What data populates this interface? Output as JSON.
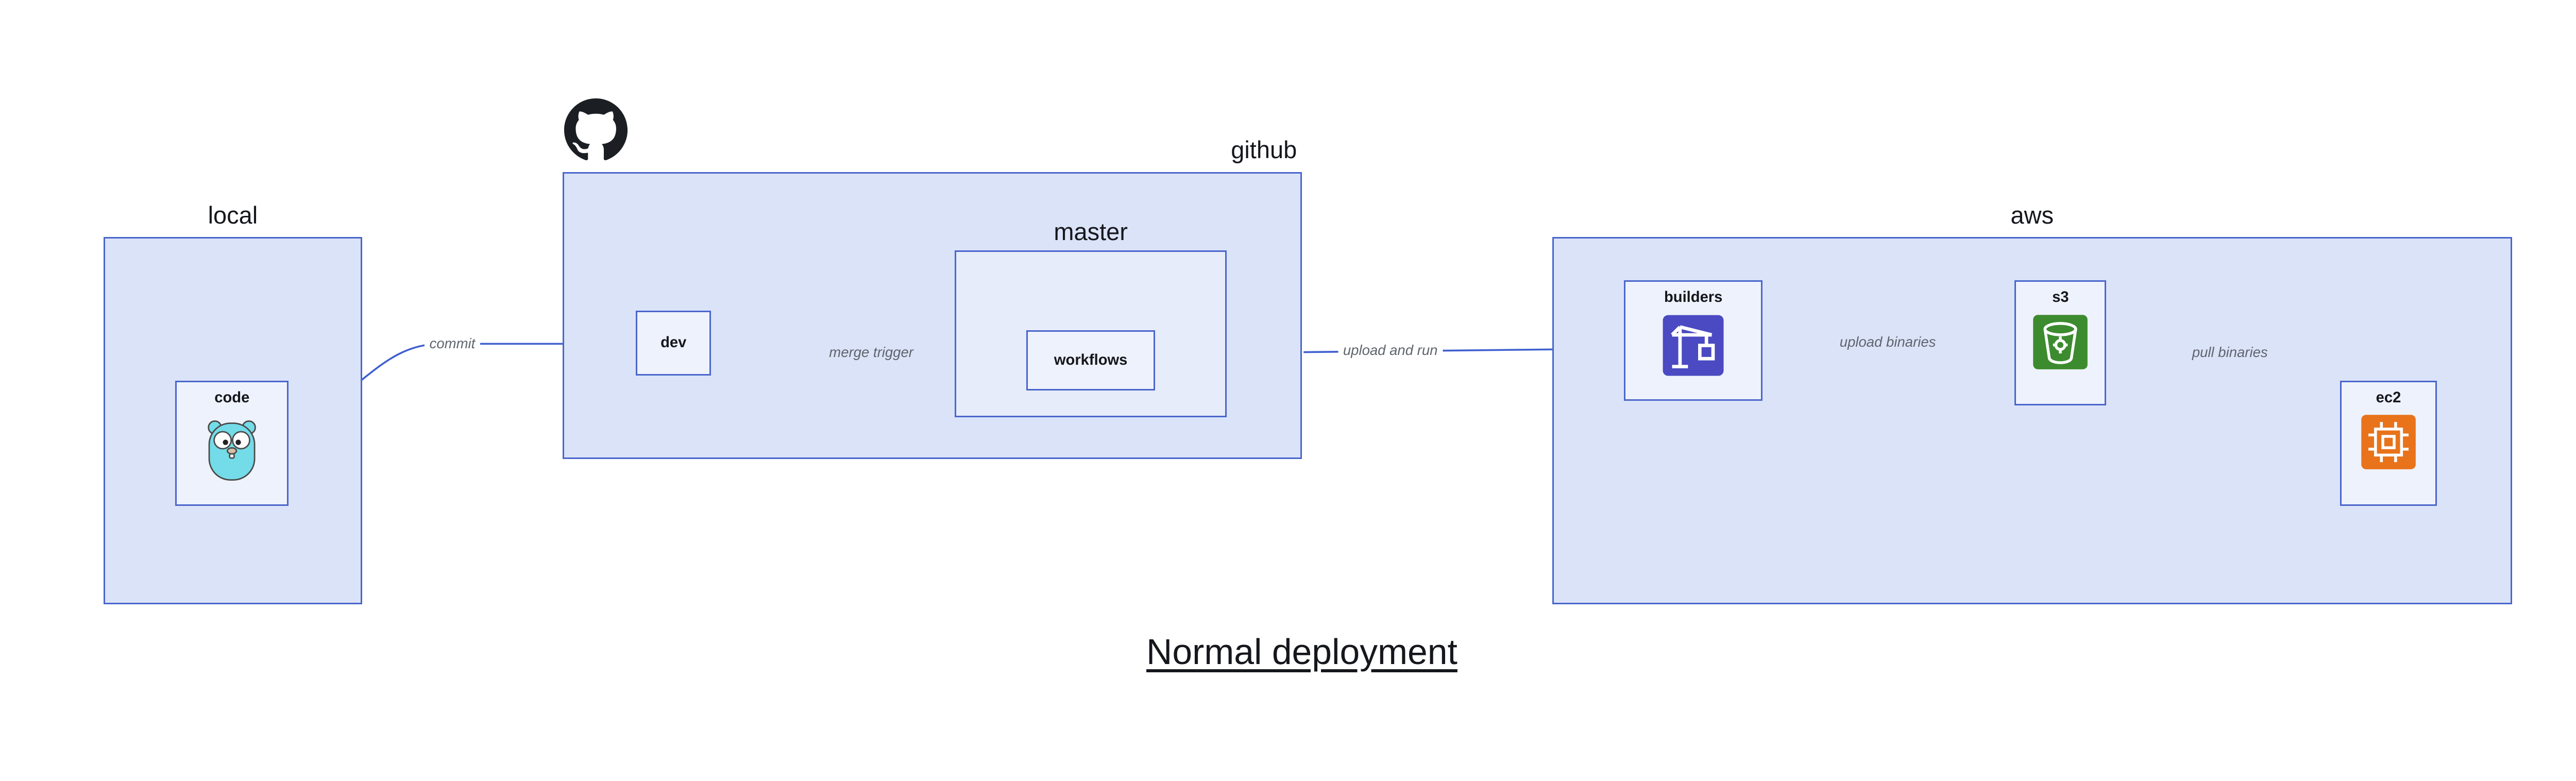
{
  "diagram": {
    "title": "Normal deployment",
    "groups": {
      "local": {
        "label": "local"
      },
      "github": {
        "label": "github"
      },
      "master": {
        "label": "master"
      },
      "aws": {
        "label": "aws"
      }
    },
    "nodes": {
      "code": {
        "label": "code",
        "icon": "gopher-icon"
      },
      "dev": {
        "label": "dev"
      },
      "workflows": {
        "label": "workflows"
      },
      "builders": {
        "label": "builders",
        "icon": "codebuild-crane-icon"
      },
      "s3": {
        "label": "s3",
        "icon": "s3-bucket-icon"
      },
      "ec2": {
        "label": "ec2",
        "icon": "ec2-chip-icon"
      }
    },
    "edges": [
      {
        "id": "commit",
        "label": "commit",
        "from": "code",
        "to": "dev"
      },
      {
        "id": "merge-trigger",
        "label": "merge trigger",
        "from": "dev",
        "to": "workflows"
      },
      {
        "id": "upload-and-run",
        "label": "upload and run",
        "from": "github",
        "to": "builders"
      },
      {
        "id": "upload-binaries",
        "label": "upload binaries",
        "from": "builders",
        "to": "s3"
      },
      {
        "id": "pull-binaries",
        "label": "pull binaries",
        "from": "s3",
        "to": "ec2"
      }
    ],
    "colors": {
      "container_fill": "#dbe3f8",
      "node_fill": "#eef2fc",
      "border": "#4a66cc",
      "arrow": "#3f5fd0",
      "edge_label_text": "#5f646d",
      "github_mark": "#1b1f23",
      "gopher_body": "#74dbe8",
      "codebuild_purple": "#4b4ac2",
      "s3_green": "#3d8b2f",
      "ec2_orange": "#e8731a"
    }
  }
}
